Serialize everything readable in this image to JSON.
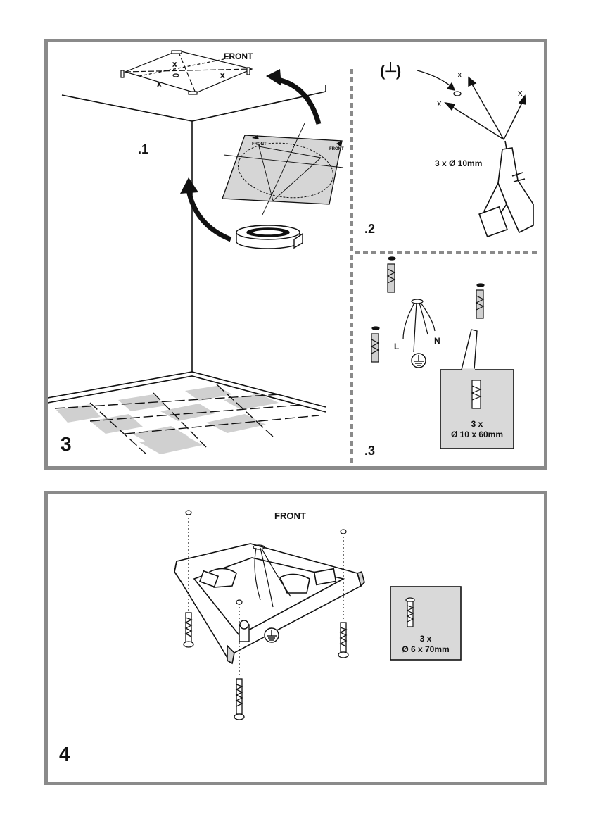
{
  "step3": {
    "number": "3",
    "sub1": ".1",
    "sub2": ".2",
    "sub3": ".3",
    "front_label": "FRONT",
    "template_front_left": "FRONT",
    "template_front_right": "FRONT",
    "ceiling_symbol": "(┴)",
    "drill_spec": "3 x Ø 10mm",
    "wire_l": "L",
    "wire_n": "N",
    "plug_spec_qty": "3 x",
    "plug_spec_size": "Ø 10 x 60mm"
  },
  "step4": {
    "number": "4",
    "front_label": "FRONT",
    "screw_spec_qty": "3 x",
    "screw_spec_size": "Ø 6 x 70mm"
  },
  "colors": {
    "frame": "#8a8a8a",
    "spec_box": "#d9d9d9",
    "floor_tile": "#d0d0d0",
    "template_sheet": "#d6d6d6"
  }
}
